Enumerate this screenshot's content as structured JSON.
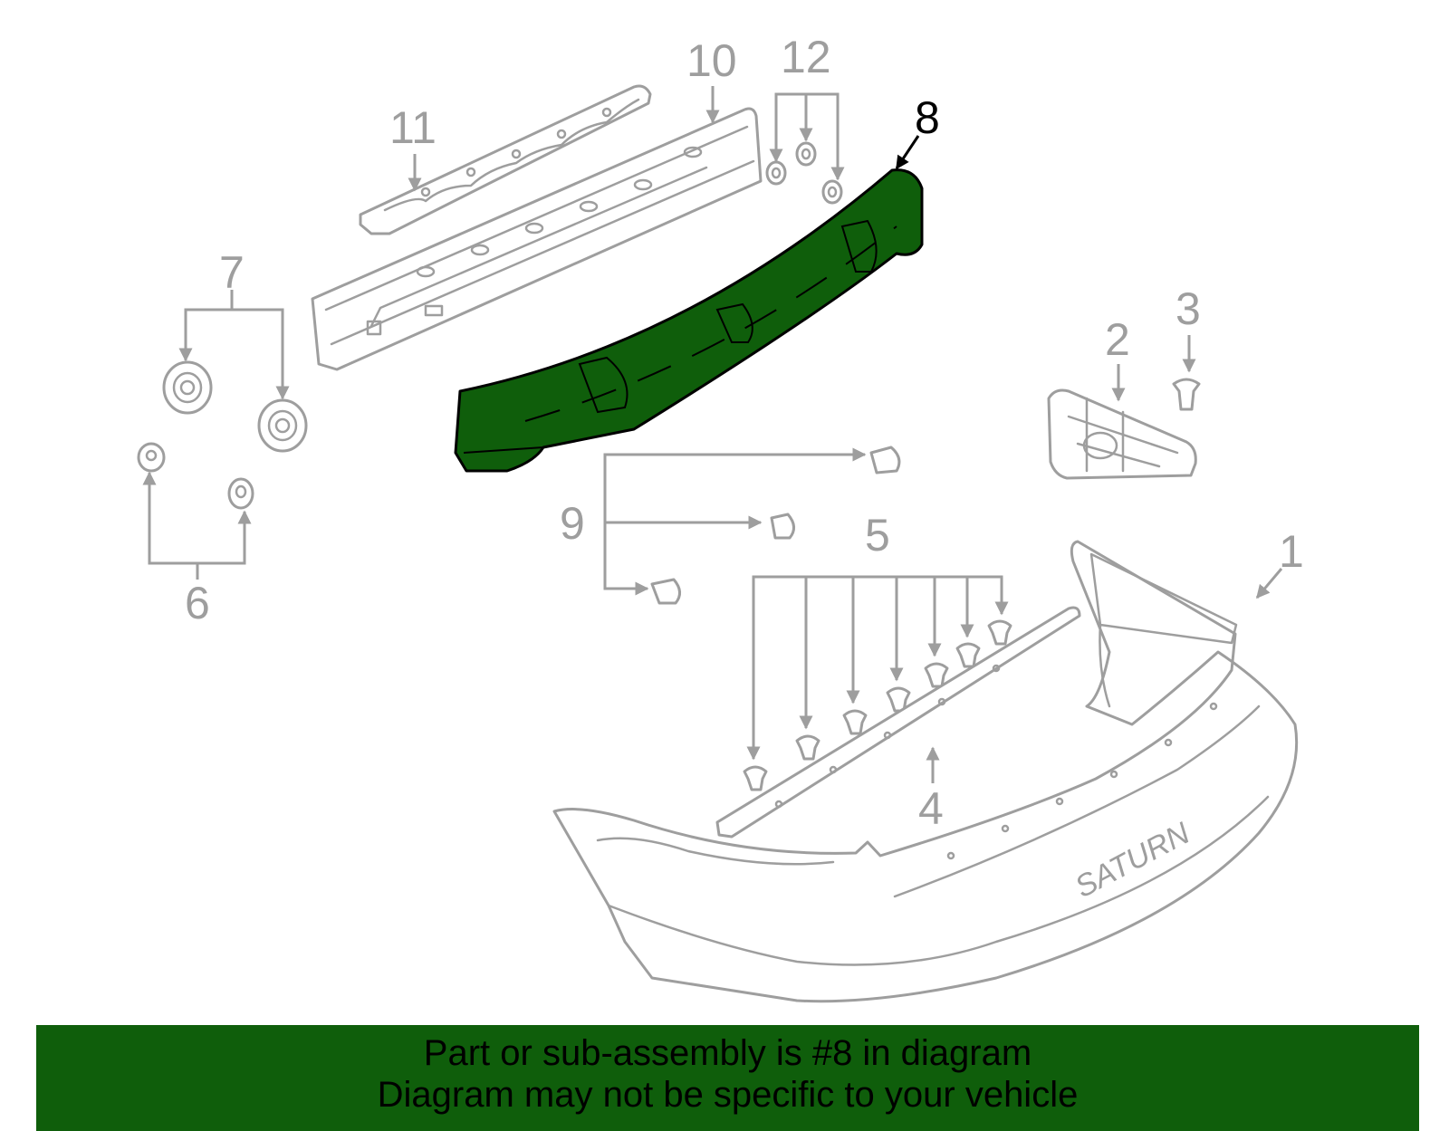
{
  "colors": {
    "highlight": "#0f5e0b",
    "line": "#9e9e9e",
    "active_label": "#000000"
  },
  "callouts": [
    {
      "id": "1",
      "label": "1"
    },
    {
      "id": "2",
      "label": "2"
    },
    {
      "id": "3",
      "label": "3"
    },
    {
      "id": "4",
      "label": "4"
    },
    {
      "id": "5",
      "label": "5"
    },
    {
      "id": "6",
      "label": "6"
    },
    {
      "id": "7",
      "label": "7"
    },
    {
      "id": "8",
      "label": "8"
    },
    {
      "id": "9",
      "label": "9"
    },
    {
      "id": "10",
      "label": "10"
    },
    {
      "id": "11",
      "label": "11"
    },
    {
      "id": "12",
      "label": "12"
    }
  ],
  "highlighted_part": "8",
  "bumper_logo": "SATURN",
  "banner": {
    "line1": "Part or sub-assembly is #8 in diagram",
    "line2": "Diagram may not be specific to your vehicle"
  }
}
